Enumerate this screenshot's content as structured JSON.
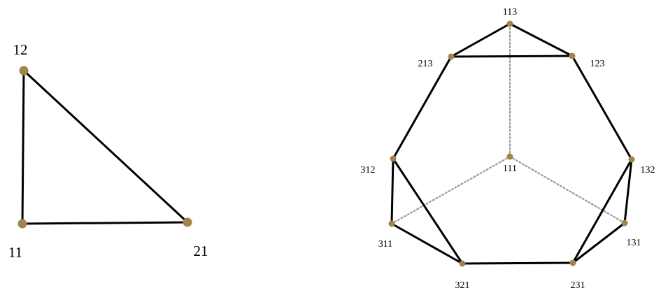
{
  "colors": {
    "edge": "#000000",
    "hidden_edge": "#9a9a9a",
    "vertex": "#a0844a",
    "background": "#ffffff"
  },
  "left_graph": {
    "vertices": [
      "12",
      "11",
      "21"
    ],
    "edges": [
      [
        "12",
        "11"
      ],
      [
        "11",
        "21"
      ],
      [
        "12",
        "21"
      ]
    ]
  },
  "right_graph": {
    "vertices": [
      "113",
      "213",
      "123",
      "312",
      "111",
      "132",
      "311",
      "131",
      "321",
      "231"
    ],
    "edges": [
      [
        "113",
        "213"
      ],
      [
        "113",
        "123"
      ],
      [
        "213",
        "123"
      ],
      [
        "213",
        "312"
      ],
      [
        "123",
        "132"
      ],
      [
        "312",
        "311"
      ],
      [
        "312",
        "321"
      ],
      [
        "311",
        "321"
      ],
      [
        "321",
        "231"
      ],
      [
        "132",
        "131"
      ],
      [
        "132",
        "231"
      ],
      [
        "131",
        "231"
      ]
    ],
    "hidden_edges": [
      [
        "111",
        "113"
      ],
      [
        "111",
        "311"
      ],
      [
        "111",
        "131"
      ]
    ]
  }
}
